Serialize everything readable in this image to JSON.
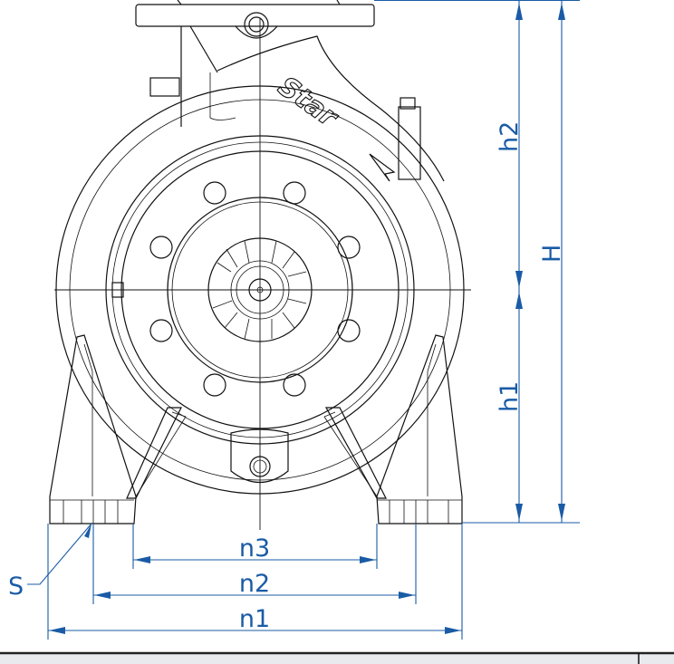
{
  "drawing": {
    "title": "Pump front view dimension drawing",
    "logo_text": "Star",
    "colors": {
      "dimension": "#1a5ba6",
      "outline": "#111111"
    },
    "dimensions": {
      "h2": "h2",
      "H": "H",
      "h1": "h1",
      "n1": "n1",
      "n2": "n2",
      "n3": "n3",
      "S": "S"
    }
  }
}
